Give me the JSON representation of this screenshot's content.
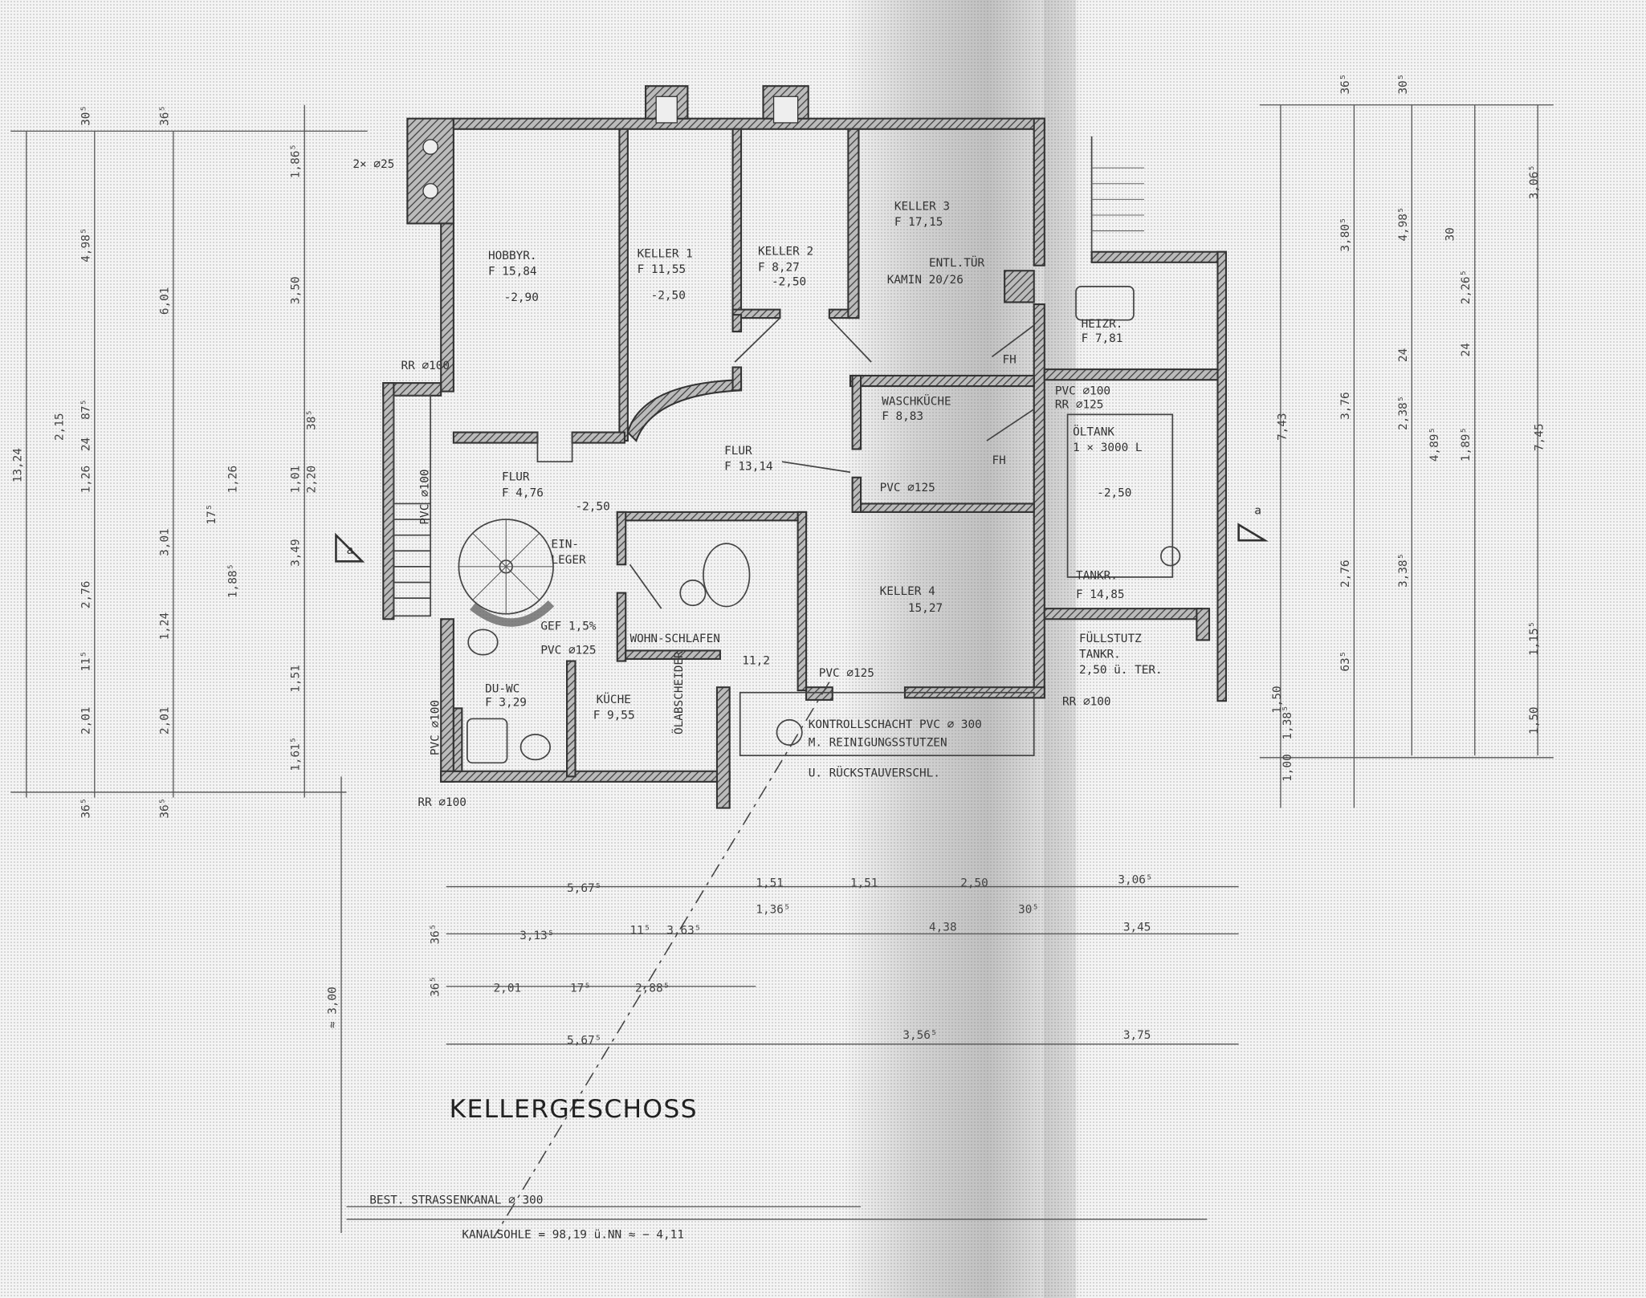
{
  "drawing": {
    "title": "KELLERGESCHOSS",
    "sewer_line": "BEST.   STRASSENKANAL ⌀ 300",
    "sewer_level": "KANALSOHLE = 98,19   ü.NN ≈ − 4,11",
    "section_marker": "a"
  },
  "rooms": [
    {
      "name": "HOBBYR.",
      "area": "F  15,84",
      "level": "-2,90"
    },
    {
      "name": "KELLER 1",
      "area": "F  11,55",
      "level": "-2,50"
    },
    {
      "name": "KELLER 2",
      "area": "F  8,27",
      "level": "-2,50"
    },
    {
      "name": "KELLER 3",
      "area": "F  17,15"
    },
    {
      "name": "HEIZR.",
      "area": "F  7,81"
    },
    {
      "name": "WASCHKÜCHE",
      "area": "F  8,83"
    },
    {
      "name": "FLUR",
      "area": "F  13,14"
    },
    {
      "name": "FLUR",
      "area": "F  4,76",
      "level": "-2,50"
    },
    {
      "name": "EIN-",
      "area": "LEGER"
    },
    {
      "name": "WOHN-SCHLAFEN",
      "area": "11,2"
    },
    {
      "name": "KÜCHE",
      "area": "F  9,55"
    },
    {
      "name": "DU-WC",
      "area": "F  3,29"
    },
    {
      "name": "KELLER 4",
      "area": "15,27"
    },
    {
      "name": "ÖLTANK",
      "area": "1 × 3000 L",
      "level": "-2,50"
    },
    {
      "name": "TANKR.",
      "area": "F  14,85"
    },
    {
      "name": "FÜLLSTUTZ",
      "area": "TANKR.",
      "level": "2,50 ü. TER."
    }
  ],
  "annotations": {
    "chimney_pipes": "2× ⌀25",
    "chimney": "ENTL.TÜR",
    "chimney_size": "KAMIN 20/26",
    "pvc100": "PVC ⌀100",
    "pvc100_b": "PVC ⌀100",
    "pvc100_c": "PVC ⌀100",
    "rr100": "RR ⌀100",
    "rr100_b": "RR ⌀100",
    "rr100_c": "RR ⌀100",
    "rr125": "RR ⌀125",
    "pvc125": "PVC ⌀125",
    "pvc125_b": "PVC ⌀125",
    "pvc125_c": "PVC ⌀125",
    "slope": "GEF 1,5%",
    "fh": "FH",
    "fh_b": "FH",
    "oil_sep": "ÖLABSCHEIDER",
    "shaft1": "KONTROLLSCHACHT PVC ⌀ 300",
    "shaft2": "M. REINIGUNGSSTUTZEN",
    "shaft3": "U. RÜCKSTAUVERSCHL."
  },
  "dimensions": {
    "left": [
      "13,24",
      "6,01",
      "4,98⁵",
      "3,50",
      "3,01",
      "3,49",
      "2,76",
      "2,01",
      "2,01",
      "1,26",
      "1,26",
      "1,24",
      "1,51",
      "1,61⁵",
      "1,88⁵",
      "1,86⁵",
      "30⁵",
      "36⁵",
      "24",
      "2,20",
      "1,01",
      "11⁵",
      "17⁵",
      "36⁵",
      "36⁵",
      "87⁵",
      "38⁵",
      "2,15"
    ],
    "bottom": [
      "5,67⁵",
      "3,13⁵",
      "3,63⁵",
      "2,01",
      "2,88⁵",
      "5,67⁵",
      "1,51",
      "1,36⁵",
      "1,51",
      "2,50",
      "3,06⁵",
      "4,38",
      "3,45",
      "3,56⁵",
      "3,75",
      "11⁵",
      "17⁵",
      "30⁵",
      "36⁵",
      "36⁵",
      "≈ 3,00"
    ],
    "right": [
      "7,43",
      "7,45",
      "3,06⁵",
      "4,98⁵",
      "3,80⁵",
      "3,76",
      "2,38⁵",
      "2,26⁵",
      "2,76",
      "3,38⁵",
      "1,50",
      "1,50",
      "1,89⁵",
      "4,89⁵",
      "1,15⁵",
      "30",
      "24",
      "24",
      "36⁵",
      "30⁵",
      "1,00",
      "1,38⁵",
      "63⁵"
    ]
  },
  "colors": {
    "ink": "#333333",
    "paper": "#f4f4f4",
    "wall_hatch": "#555555"
  }
}
